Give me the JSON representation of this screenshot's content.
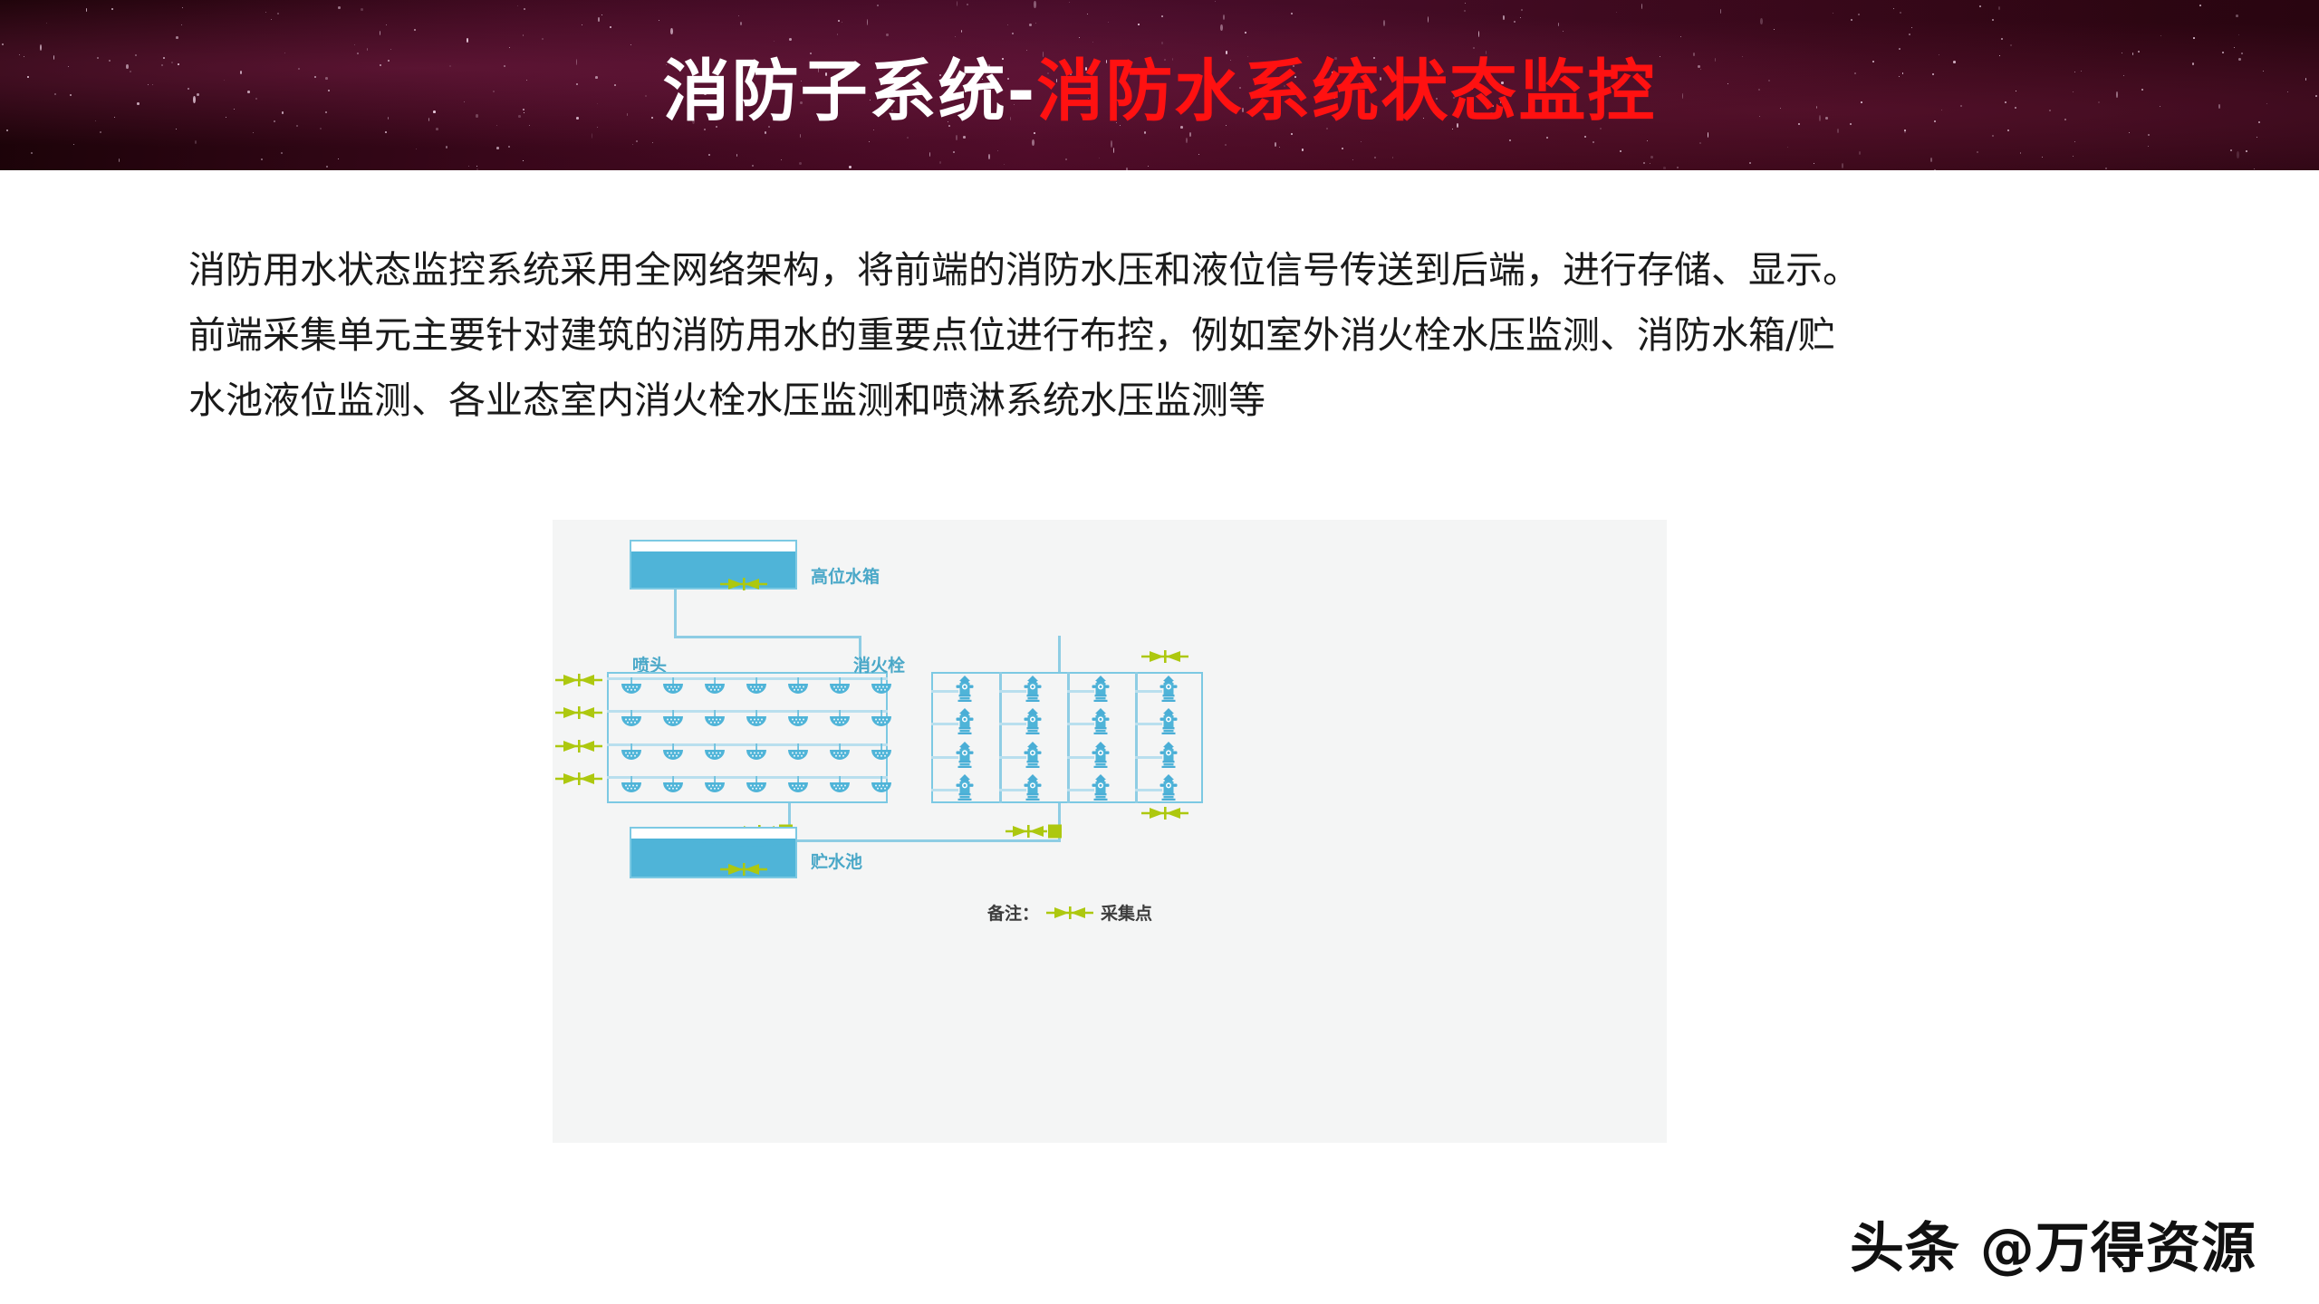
{
  "header": {
    "title_white": "消防子系统-",
    "title_red": "消防水系统状态监控"
  },
  "body": {
    "paragraph_lines": [
      "消防用水状态监控系统采用全网络架构，将前端的消防水压和液位信号传送到后端，进行存储、显示。",
      "前端采集单元主要针对建筑的消防用水的重要点位进行布控，例如室外消火栓水压监测、消防水箱/贮",
      "水池液位监测、各业态室内消火栓水压监测和喷淋系统水压监测等"
    ]
  },
  "diagram": {
    "labels": {
      "high_tank": "高位水箱",
      "sprinkler_head": "喷头",
      "fire_hydrant": "消火栓",
      "storage_pool": "贮水池"
    },
    "legend": {
      "prefix": "备注：",
      "text": "采集点"
    },
    "counts": {
      "sprinkler_rows": 4,
      "sprinklers_per_row": 7,
      "hydrant_risers": 4,
      "hydrants_per_riser": 4,
      "left_collection_points": 4,
      "right_collection_points": 2,
      "pump_points": 2,
      "tank_collection_points": 2
    },
    "colors": {
      "water": "#4fb4d8",
      "pipe": "#8ecde4",
      "accent_green": "#adc80f",
      "panel_bg": "#f4f5f5",
      "label": "#4aa8c8"
    }
  },
  "watermark": {
    "text": "头条 @万得资源"
  }
}
